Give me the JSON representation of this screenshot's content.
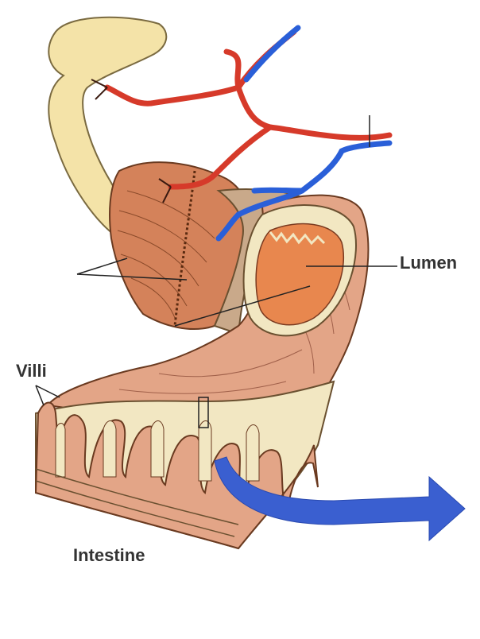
{
  "labels": {
    "lumen": "Lumen",
    "villi": "Villi",
    "intestine": "Intestine"
  },
  "colors": {
    "background": "#ffffff",
    "intestine_outer": "#f4e3a8",
    "muscle_layer": "#d4825a",
    "submucosa": "#c9a98a",
    "lumen_interior": "#e8874e",
    "mucosa_surface": "#e3a587",
    "villi_base": "#f2e7c2",
    "artery": "#d63a2a",
    "vein": "#2a5fd8",
    "arrow": "#3a5fd0",
    "label_text": "#333333"
  }
}
